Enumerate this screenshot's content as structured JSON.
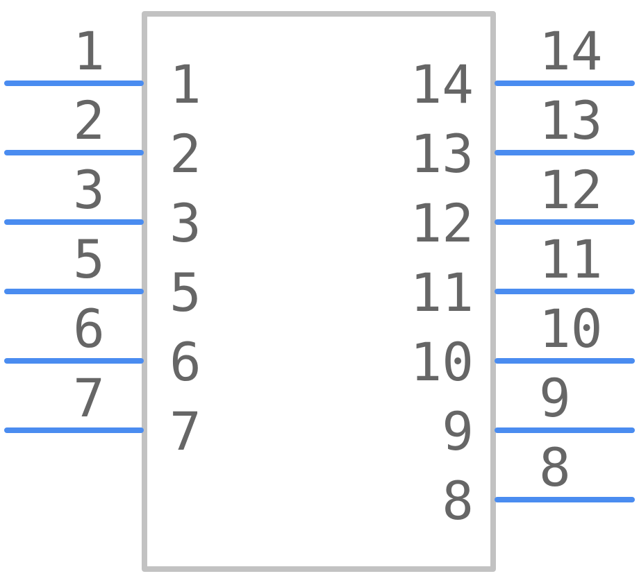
{
  "colors": {
    "pin": "#4a8cf0",
    "body_outline": "#c2c2c2",
    "text": "#666666",
    "background": "#ffffff"
  },
  "component": {
    "left_pins": [
      {
        "number": "1",
        "name": "1"
      },
      {
        "number": "2",
        "name": "2"
      },
      {
        "number": "3",
        "name": "3"
      },
      {
        "number": "5",
        "name": "5"
      },
      {
        "number": "6",
        "name": "6"
      },
      {
        "number": "7",
        "name": "7"
      }
    ],
    "right_pins": [
      {
        "number": "14",
        "name": "14"
      },
      {
        "number": "13",
        "name": "13"
      },
      {
        "number": "12",
        "name": "12"
      },
      {
        "number": "11",
        "name": "11"
      },
      {
        "number": "10",
        "name": "10"
      },
      {
        "number": "9",
        "name": "9"
      },
      {
        "number": "8",
        "name": "8"
      }
    ]
  }
}
